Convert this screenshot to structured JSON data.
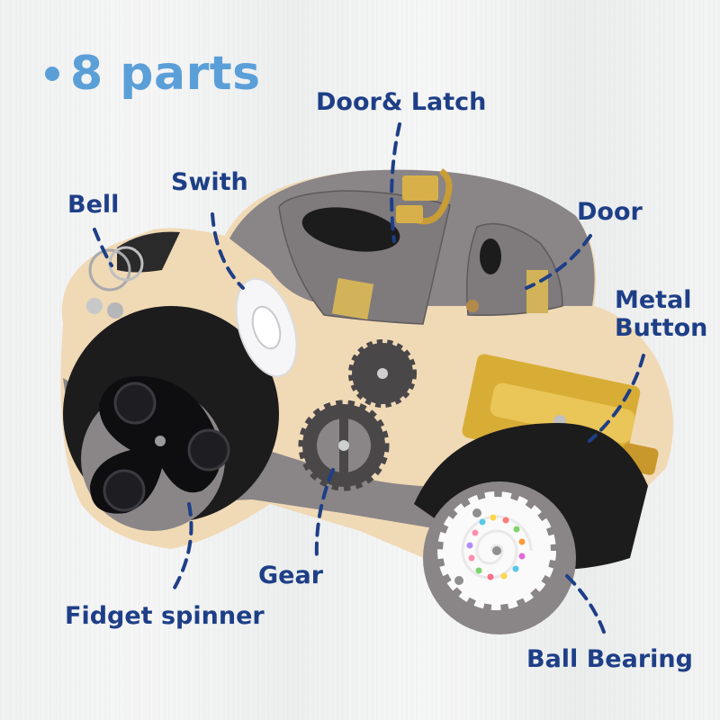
{
  "headline": {
    "bullet": "•",
    "text": "8 parts",
    "color": "#5b9fd8"
  },
  "labels": {
    "door_latch": "Door& Latch",
    "switch": "Swith",
    "bell": "Bell",
    "door": "Door",
    "metal_button_line1": "Metal",
    "metal_button_line2": "Button",
    "gear": "Gear",
    "fidget_spinner": "Fidget spinner",
    "ball_bearing": "Ball Bearing"
  },
  "colors": {
    "label_text": "#1e3f87",
    "leader_line": "#1e3f87",
    "car_body_gray": "#8a8587",
    "car_wood": "#f0d9b5",
    "wheel_black": "#1d1c1d",
    "brass": "#d8b04a"
  }
}
